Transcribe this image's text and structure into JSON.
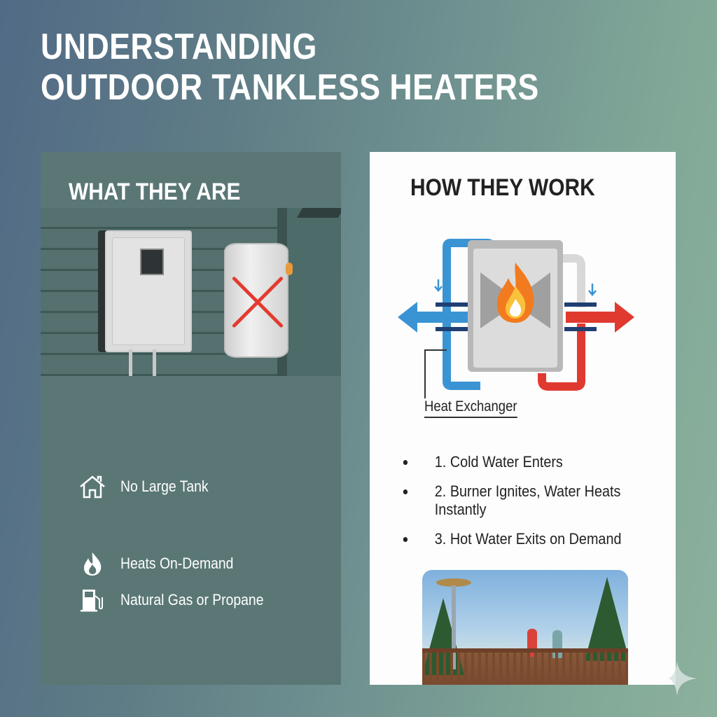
{
  "title": {
    "line1": "UNDERSTANDING",
    "line2": "OUTDOOR TANKLESS HEATERS"
  },
  "left_panel": {
    "heading": "WHAT THEY ARE",
    "illustration": {
      "tankless_unit": "wall-mounted tankless heater",
      "tank_heater": "crossed-out tank water heater",
      "cross_color": "#e33b2f"
    },
    "features": [
      {
        "icon": "house-icon",
        "label": "No Large Tank"
      },
      {
        "icon": "flame-icon",
        "label": "Heats On-Demand"
      },
      {
        "icon": "gas-pump-icon",
        "label": "Natural Gas or Propane"
      }
    ]
  },
  "right_panel": {
    "heading": "HOW THEY WORK",
    "diagram": {
      "cold_color": "#3a94d4",
      "hot_color": "#e03a30",
      "flame_color": "#f27a1f"
    },
    "callout": "Heat Exchanger",
    "steps": [
      "1. Cold Water Enters",
      "2. Burner Ignites, Water Heats Instantly",
      "3. Hot Water Exits on Demand"
    ],
    "photo": "outdoor deck with patio heater and people"
  },
  "colors": {
    "left_panel_bg": "#5a7775",
    "right_panel_bg": "#fdfdfd",
    "title_text": "#ffffff"
  }
}
